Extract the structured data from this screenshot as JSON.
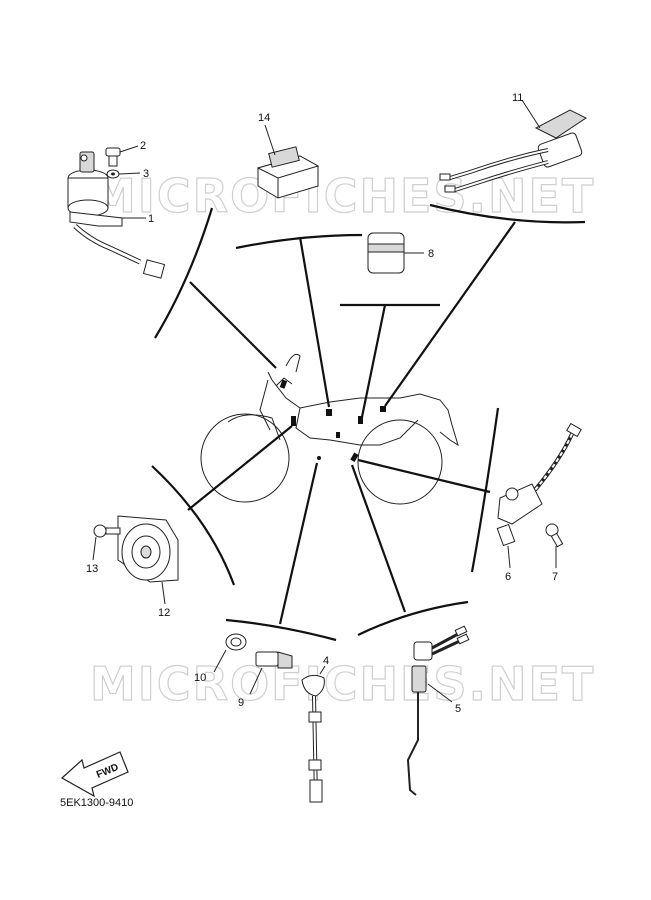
{
  "watermark": "MICROFICHES.NET",
  "diagram_code": "5EK1300-9410",
  "direction_label": "FWD",
  "callouts": [
    {
      "id": "c1",
      "label": "1"
    },
    {
      "id": "c2",
      "label": "2"
    },
    {
      "id": "c3",
      "label": "3"
    },
    {
      "id": "c4",
      "label": "4"
    },
    {
      "id": "c5",
      "label": "5"
    },
    {
      "id": "c6",
      "label": "6"
    },
    {
      "id": "c7",
      "label": "7"
    },
    {
      "id": "c8",
      "label": "8"
    },
    {
      "id": "c9",
      "label": "9"
    },
    {
      "id": "c10",
      "label": "10"
    },
    {
      "id": "c11",
      "label": "11"
    },
    {
      "id": "c12",
      "label": "12"
    },
    {
      "id": "c13",
      "label": "13"
    },
    {
      "id": "c14",
      "label": "14"
    }
  ]
}
